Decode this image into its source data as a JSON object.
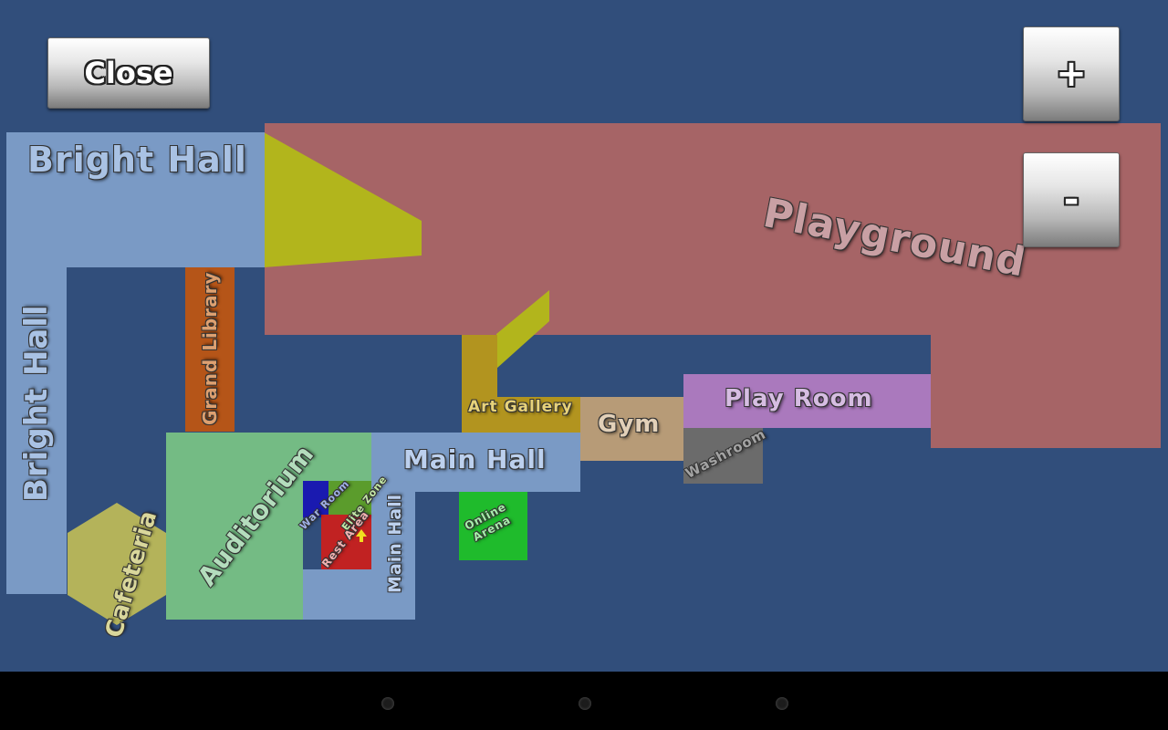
{
  "buttons": {
    "close": "Close",
    "zoom_in": "+",
    "zoom_out": "-"
  },
  "rooms": {
    "bright_hall_top": "Bright Hall",
    "bright_hall_left": "Bright Hall",
    "playground": "Playground",
    "grand_library": "Grand Library",
    "art_gallery": "Art Gallery",
    "gym": "Gym",
    "play_room": "Play Room",
    "washroom": "Washroom",
    "main_hall_top": "Main Hall",
    "main_hall_side": "Main Hall",
    "auditorium": "Auditorium",
    "cafeteria": "Cafeteria",
    "war_room": "War Room",
    "elite_zone": "Elite Zone",
    "rest_area": "Rest Area",
    "online_arena": "Online\nArena"
  },
  "colors": {
    "background": "#314e7b",
    "bright_hall": "#7a9ac5",
    "playground": "#a66466",
    "grand_library": "#b55518",
    "art_gallery": "#b2941f",
    "gym": "#b79b77",
    "play_room": "#aa79bd",
    "washroom": "#6b6b6b",
    "auditorium": "#74bb84",
    "cafeteria": "#b4b35a",
    "war_room": "#1a1ab0",
    "elite_zone": "#5b9c2c",
    "rest_area": "#c12222",
    "online_arena": "#1fbb2c",
    "yellow_ramp": "#b2b51c",
    "player_marker": "#f0e020"
  },
  "icons": {
    "player": "player-arrow-icon"
  }
}
